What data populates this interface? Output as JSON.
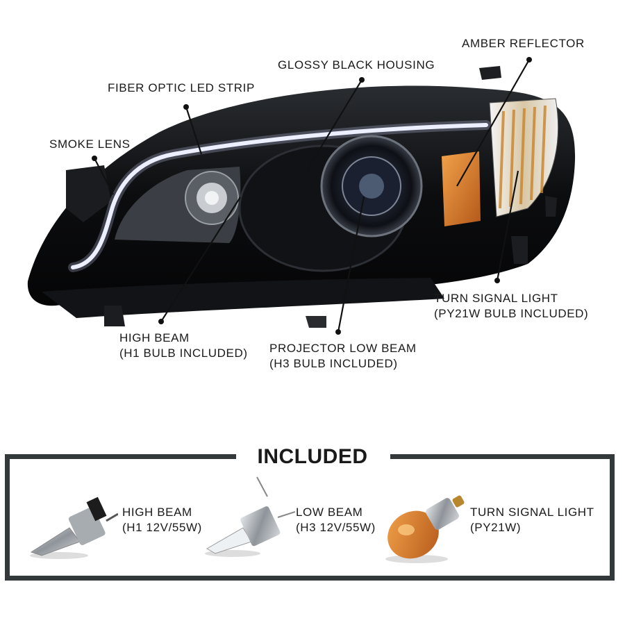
{
  "callouts": {
    "amber_reflector": "AMBER REFLECTOR",
    "glossy_black_housing": "GLOSSY BLACK HOUSING",
    "fiber_optic_led_strip": "FIBER OPTIC LED STRIP",
    "smoke_lens": "SMOKE LENS",
    "turn_signal": {
      "line1": "TURN SIGNAL LIGHT",
      "line2": "(PY21W BULB INCLUDED)"
    },
    "high_beam": {
      "line1": "HIGH BEAM",
      "line2": "(H1 BULB INCLUDED)"
    },
    "projector_low_beam": {
      "line1": "PROJECTOR LOW BEAM",
      "line2": "(H3 BULB INCLUDED)"
    }
  },
  "included": {
    "title": "INCLUDED",
    "items": [
      {
        "line1": "HIGH BEAM",
        "line2": "(H1 12V/55W)"
      },
      {
        "line1": "LOW BEAM",
        "line2": "(H3 12V/55W)"
      },
      {
        "line1": "TURN SIGNAL LIGHT",
        "line2": "(PY21W)"
      }
    ]
  },
  "colors": {
    "housing": "#0b0c0e",
    "amber": "#e08a1e",
    "frame": "#33383a"
  }
}
